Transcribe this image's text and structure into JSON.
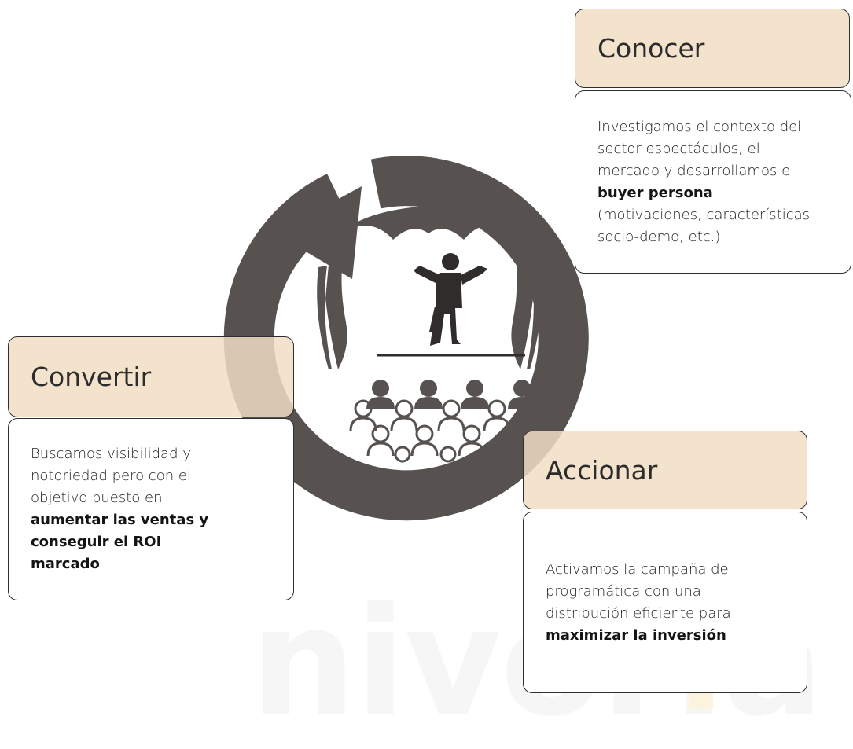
{
  "watermark": "nivoria",
  "colors": {
    "ring": "#575250",
    "title_fill": "#f1dec4",
    "box_border": "#2e2e2e"
  },
  "icons": {
    "center": "theater-stage-icon",
    "cycle": "cycle-arrow-icon"
  },
  "stages": [
    {
      "id": "conocer",
      "title": "Conocer",
      "lines": [
        "Investigamos el contexto del",
        "sector espectáculos, el",
        "mercado y desarrollamos el"
      ],
      "bold": "buyer persona",
      "after": [
        "(motivaciones, características",
        "socio-demo, etc.)"
      ]
    },
    {
      "id": "accionar",
      "title": "Accionar",
      "lines": [
        "Activamos la campaña de",
        "programática con una",
        "distribución eficiente para"
      ],
      "bold": "maximizar la inversión",
      "after": []
    },
    {
      "id": "convertir",
      "title": "Convertir",
      "lines": [
        "Buscamos visibilidad y",
        "notoriedad pero con el",
        "objetivo puesto en"
      ],
      "bold_lines": [
        "aumentar las ventas y",
        "conseguir el ROI",
        "marcado"
      ],
      "after": []
    }
  ]
}
